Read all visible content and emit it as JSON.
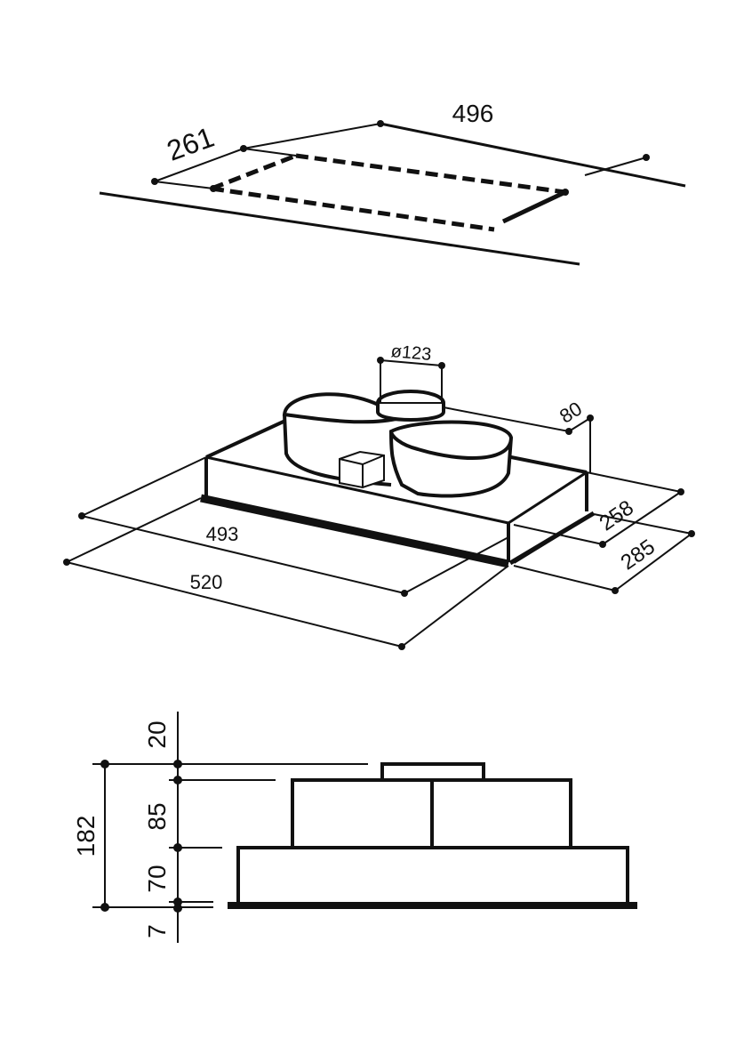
{
  "cutout": {
    "width_label": "496",
    "depth_label": "261"
  },
  "iso": {
    "duct_label": "ø123",
    "collar_label": "80",
    "inner_width_label": "493",
    "outer_width_label": "520",
    "inner_depth_label": "258",
    "outer_depth_label": "285"
  },
  "side": {
    "total_label": "182",
    "collar_label": "20",
    "motor_label": "85",
    "body_label": "70",
    "plate_label": "7"
  },
  "colors": {
    "ink": "#111111",
    "background": "#ffffff"
  }
}
